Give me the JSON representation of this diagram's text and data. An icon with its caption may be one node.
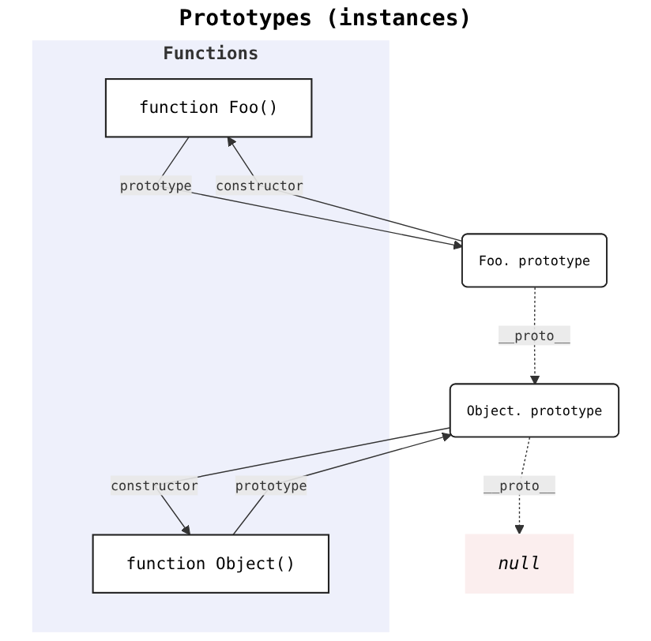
{
  "diagram": {
    "nodes": [
      {
        "text": [
          "Functions"
        ]
      },
      {
        "text": [
          "function Foo()"
        ],
        "in": 0
      },
      {
        "text": [
          "function Object()"
        ],
        "in": 0
      },
      {
        "text": [
          "Foo. prototype"
        ]
      },
      {
        "text": [
          "Object. prototype"
        ]
      },
      {
        "text": [
          "null"
        ]
      }
    ],
    "edges": [
      {
        "from": 1,
        "to": 3,
        "arrow": "to",
        "label": "prototype"
      },
      {
        "from": 3,
        "to": 1,
        "arrow": "to",
        "label": "constructor"
      },
      {
        "from": 3,
        "to": 4,
        "arrow": "to",
        "label": "__proto__",
        "style": "dashed"
      },
      {
        "from": 2,
        "to": 4,
        "arrow": "to",
        "label": "prototype"
      },
      {
        "from": 4,
        "to": 2,
        "arrow": "to",
        "label": "constructor"
      },
      {
        "from": 4,
        "to": 5,
        "arrow": "to",
        "label": "__proto__",
        "style": "dashed"
      }
    ],
    "labels": [
      "Prototypes (instances)"
    ]
  }
}
